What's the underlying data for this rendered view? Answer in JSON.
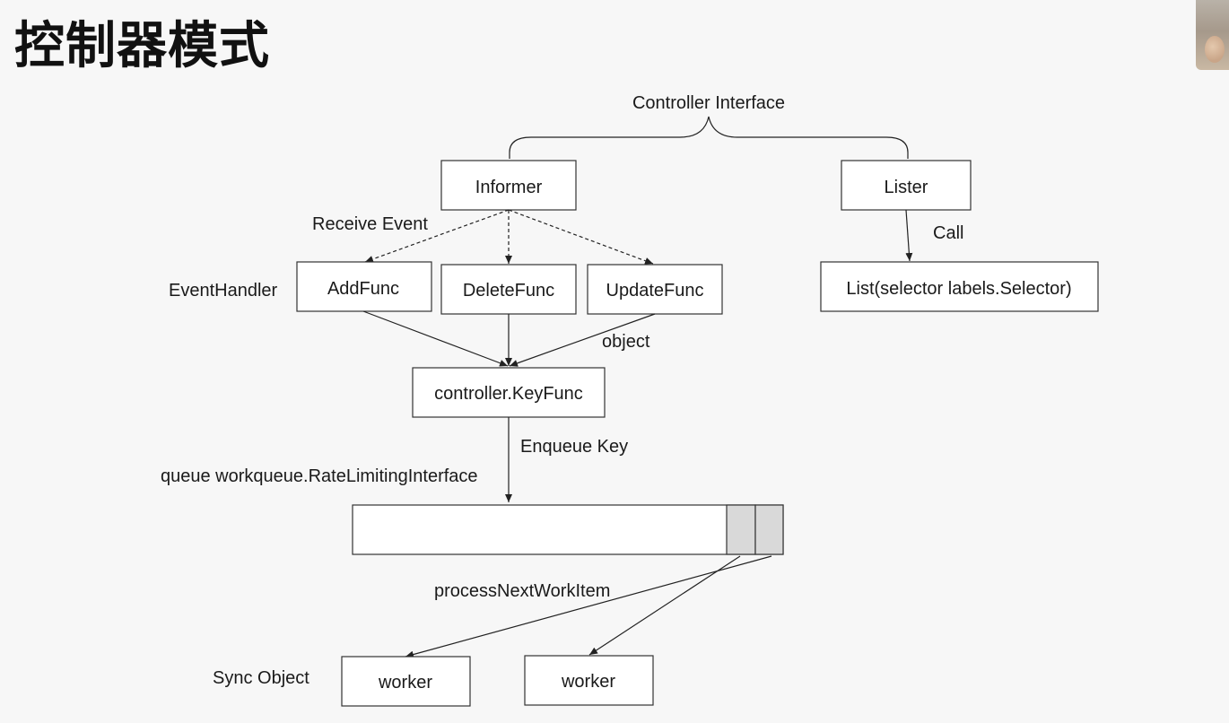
{
  "title": "控制器模式",
  "diagram": {
    "nodes": {
      "informer": "Informer",
      "lister": "Lister",
      "add_func": "AddFunc",
      "delete_func": "DeleteFunc",
      "update_func": "UpdateFunc",
      "list_func": "List(selector labels.Selector)",
      "key_func": "controller.KeyFunc",
      "worker_1": "worker",
      "worker_2": "worker"
    },
    "labels": {
      "controller_interface": "Controller Interface",
      "receive_event": "Receive Event",
      "call": "Call",
      "event_handler": "EventHandler",
      "object": "object",
      "enqueue_key": "Enqueue Key",
      "queue": "queue workqueue.RateLimitingInterface",
      "process_next": "processNextWorkItem",
      "sync_object": "Sync Object"
    },
    "queue_items_filled": 2
  }
}
